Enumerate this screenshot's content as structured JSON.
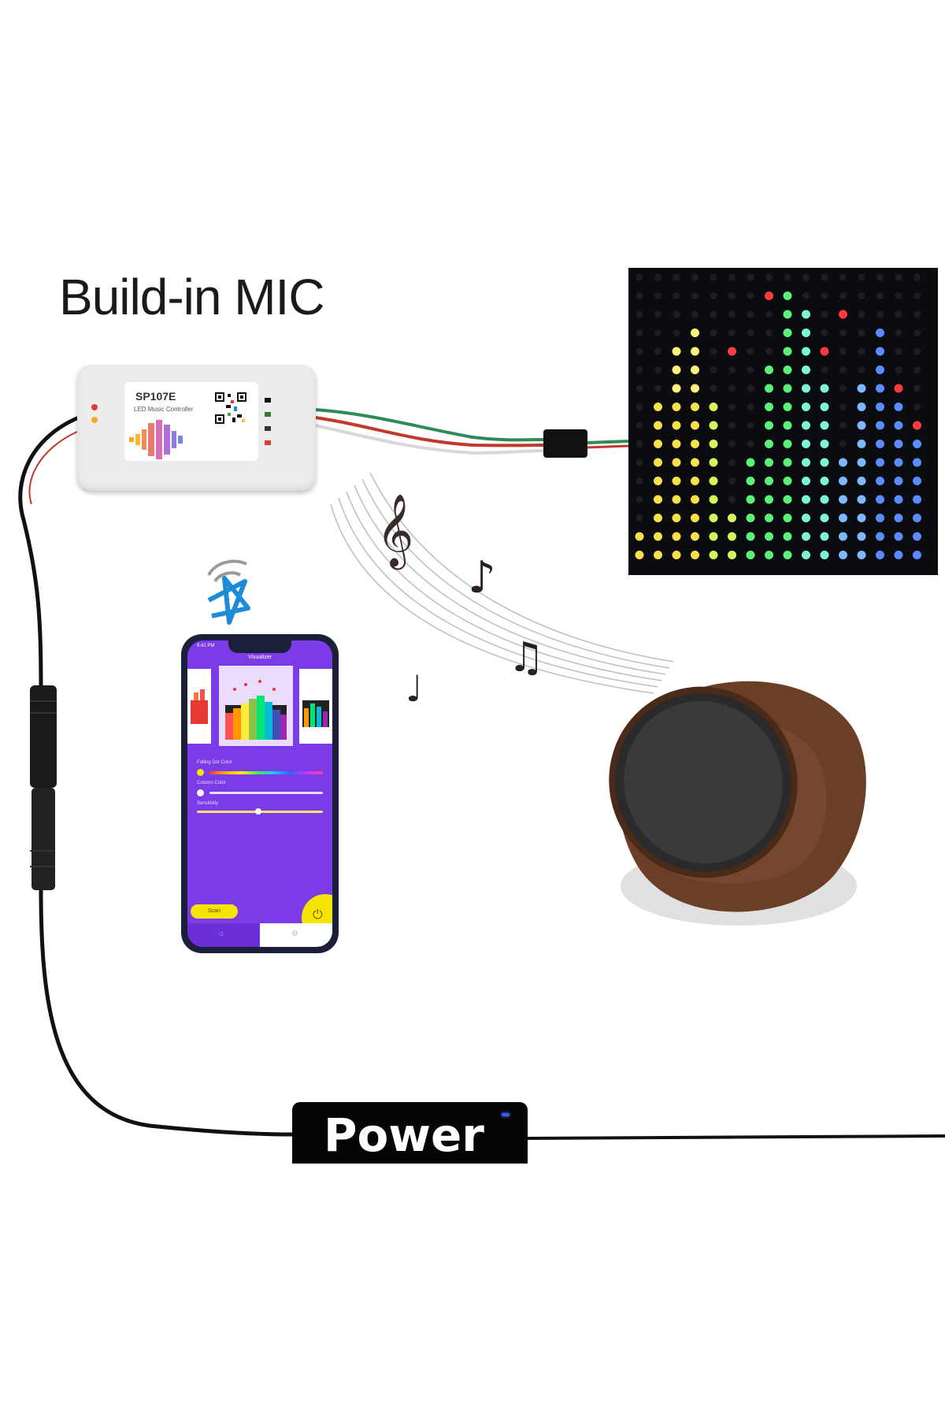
{
  "title": "Build-in MIC",
  "controller": {
    "model": "SP107E",
    "subtitle": "LED Music Controller"
  },
  "phone": {
    "status": "9:41 PM",
    "header": "Visualizer",
    "label_1": "Falling Dot Color",
    "label_2": "Column Color",
    "label_3": "Sensitivity",
    "button": "Scan",
    "power_icon": "⏻",
    "nav_left_icon": "⌂",
    "nav_right_icon": "⚙"
  },
  "power_label": "Power",
  "colors": {
    "phone_bg": "#7b3be6",
    "accent_yellow": "#f5e400",
    "bluetooth": "#1e8bd6",
    "speaker_wood": "#6b3e26"
  },
  "icons": [
    "bluetooth-icon",
    "treble-clef-icon",
    "eighth-note-icon",
    "beamed-note-icon",
    "quarter-note-icon"
  ]
}
